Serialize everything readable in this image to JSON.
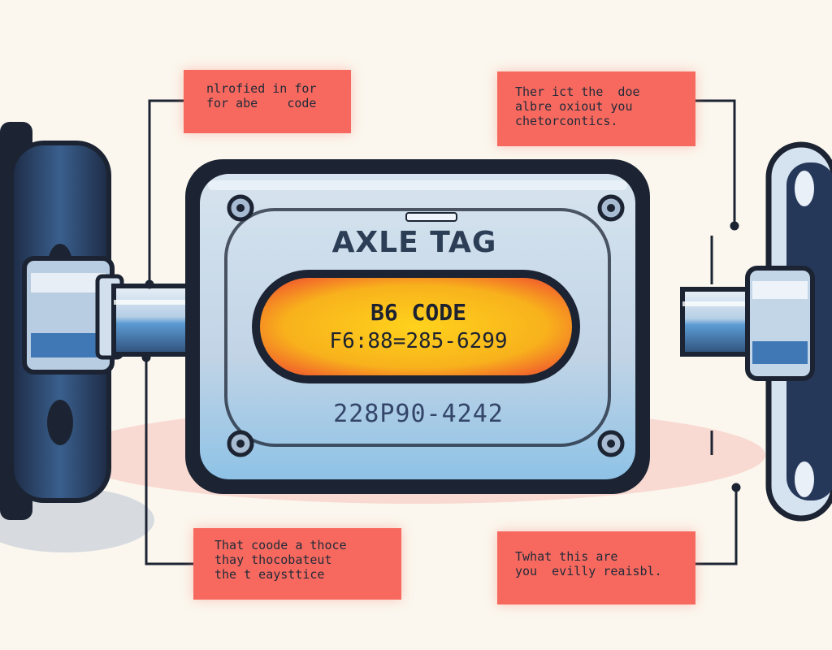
{
  "tag": {
    "title": "AXLE TAG",
    "code_label": "B6 CODE",
    "code_value": "F6:88=285-6299",
    "serial": "228P90-4242"
  },
  "callouts": {
    "top_left": [
      "nlrofied in for",
      "for abe    code"
    ],
    "top_right": [
      "Ther ict the  doe",
      "albre oxiout you",
      "chetorcontics."
    ],
    "bottom_left": [
      "That coode a thoce",
      "thay thocobateut",
      "the t eaysttice"
    ],
    "bottom_right": [
      "Twhat this are",
      "you  evilly reaisbl."
    ]
  },
  "colors": {
    "background": "#fbf7ee",
    "callout": "#f7695e",
    "plate": "#c5d6e6",
    "code_window": "#f8c51c",
    "outline": "#1c2433"
  }
}
